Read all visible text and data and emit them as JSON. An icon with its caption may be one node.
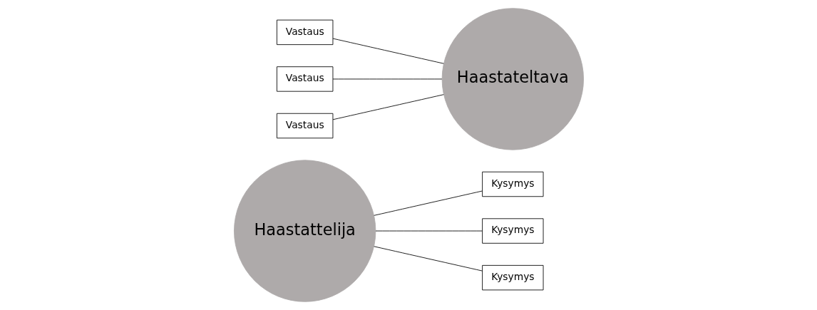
{
  "diagram": {
    "nodes": [
      {
        "text": [
          "Haastattelija"
        ]
      },
      {
        "text": [
          "Kysymys"
        ]
      },
      {
        "text": [
          "Kysymys"
        ]
      },
      {
        "text": [
          "Kysymys"
        ]
      },
      {
        "text": [
          "Vastaus"
        ]
      },
      {
        "text": [
          "Vastaus"
        ]
      },
      {
        "text": [
          "Vastaus"
        ]
      },
      {
        "text": [
          "Haastateltava"
        ]
      }
    ],
    "edges": [
      {
        "from": 0,
        "to": 1,
        "arrow": "none"
      },
      {
        "from": 0,
        "to": 2,
        "arrow": "none"
      },
      {
        "from": 0,
        "to": 3,
        "arrow": "none"
      },
      {
        "from": 4,
        "to": 7,
        "arrow": "none"
      },
      {
        "from": 5,
        "to": 7,
        "arrow": "none"
      },
      {
        "from": 6,
        "to": 7,
        "arrow": "none"
      }
    ]
  }
}
